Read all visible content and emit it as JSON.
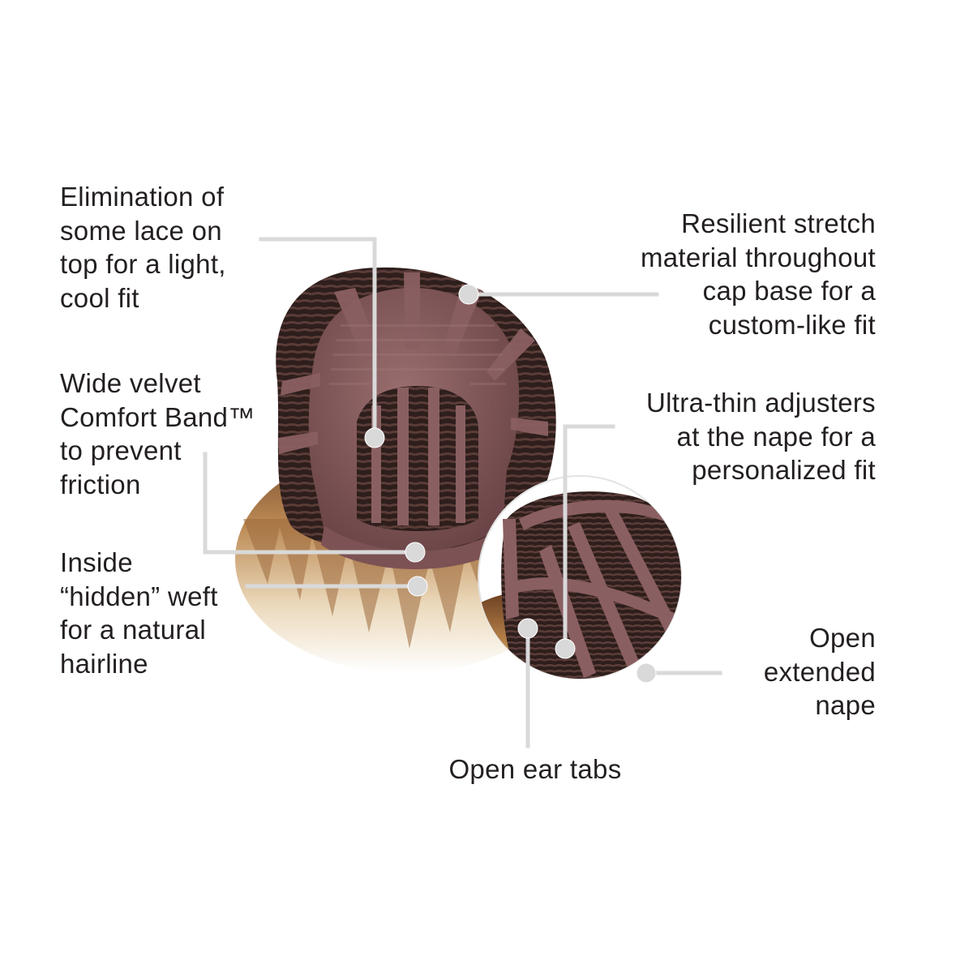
{
  "callouts": {
    "lace": {
      "lines": [
        "Elimination of",
        "some lace on",
        "top for a light,",
        "cool fit"
      ]
    },
    "comfort_band": {
      "lines": [
        "Wide velvet",
        "Comfort Band™",
        "to prevent",
        "friction"
      ]
    },
    "hidden_weft": {
      "lines": [
        "Inside",
        "“hidden” weft",
        "for a natural",
        "hairline"
      ]
    },
    "stretch": {
      "lines": [
        "Resilient stretch",
        "material throughout",
        "cap base for a",
        "custom-like fit"
      ]
    },
    "adjusters": {
      "lines": [
        "Ultra-thin adjusters",
        "at the nape for a",
        "personalized fit"
      ]
    },
    "nape": {
      "lines": [
        "Open",
        "extended",
        "nape"
      ]
    },
    "ear_tabs": {
      "lines": [
        "Open ear tabs"
      ]
    }
  },
  "colors": {
    "text": "#231f20",
    "leader_line": "#d9d9d9",
    "cap_base": "#8a5f62",
    "cap_dark": "#3a2624",
    "hair_blonde": "#c9a06a"
  }
}
